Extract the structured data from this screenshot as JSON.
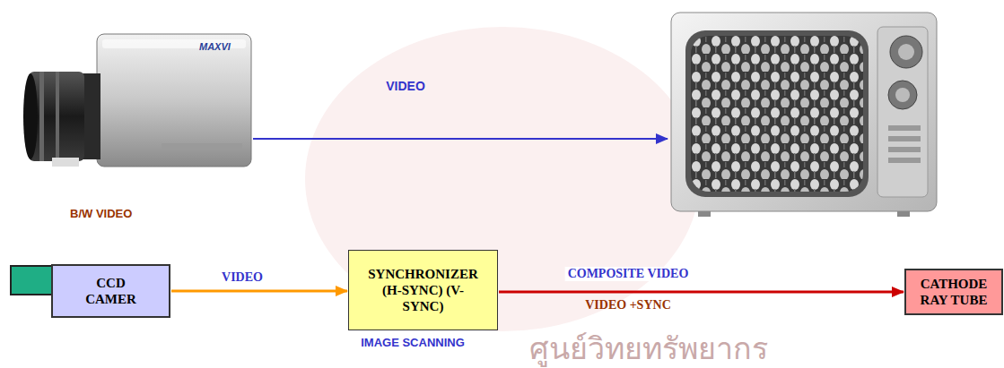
{
  "diagram": {
    "nodes": [
      {
        "text": [
          "CCD CAMER"
        ]
      },
      {
        "text": [
          "SYNCHRONIZER (H-SYNC) (V-SYNC)"
        ]
      },
      {
        "text": [
          "CATHODE RAY TUBE"
        ]
      }
    ],
    "edges": [
      {
        "from": 0,
        "to": 1,
        "arrow": "to",
        "label": "VIDEO"
      },
      {
        "from": 1,
        "to": 2,
        "arrow": "to",
        "label": "COMPOSITE VIDEO"
      }
    ],
    "labels": [
      "VIDEO",
      "B/W VIDEO",
      "MAXVI",
      "VIDEO +SYNC",
      "IMAGE SCANNING",
      "ศูนย์วิทยทรัพยากร"
    ]
  }
}
